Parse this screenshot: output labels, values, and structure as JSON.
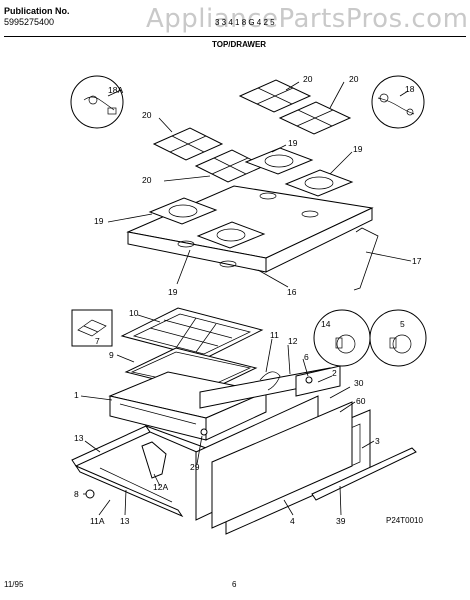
{
  "header": {
    "publication_label": "Publication No.",
    "publication_number": "5995275400",
    "model": "3    3    4 1    8 G   4 2 5",
    "section_title": "TOP/DRAWER"
  },
  "watermark": "AppliancePartsPros.com",
  "callouts": {
    "c18a": "18A",
    "c18": "18",
    "c20a": "20",
    "c20b": "20",
    "c20c": "20",
    "c20d": "20",
    "c19a": "19",
    "c19b": "19",
    "c19c": "19",
    "c19d": "19",
    "c17": "17",
    "c16": "16",
    "c10": "10",
    "c7": "7",
    "c9": "9",
    "c1": "1",
    "c11": "11",
    "c12": "12",
    "c6": "6",
    "c14": "14",
    "c5": "5",
    "c2": "2",
    "c30": "30",
    "c60": "60",
    "c3": "3",
    "c13a": "13",
    "c13b": "13",
    "c29": "29",
    "c12a": "12A",
    "c8": "8",
    "c11a": "11A",
    "c4": "4",
    "c39": "39"
  },
  "footer": {
    "date": "11/95",
    "page": "6",
    "diagram_code": "P24T0010"
  }
}
